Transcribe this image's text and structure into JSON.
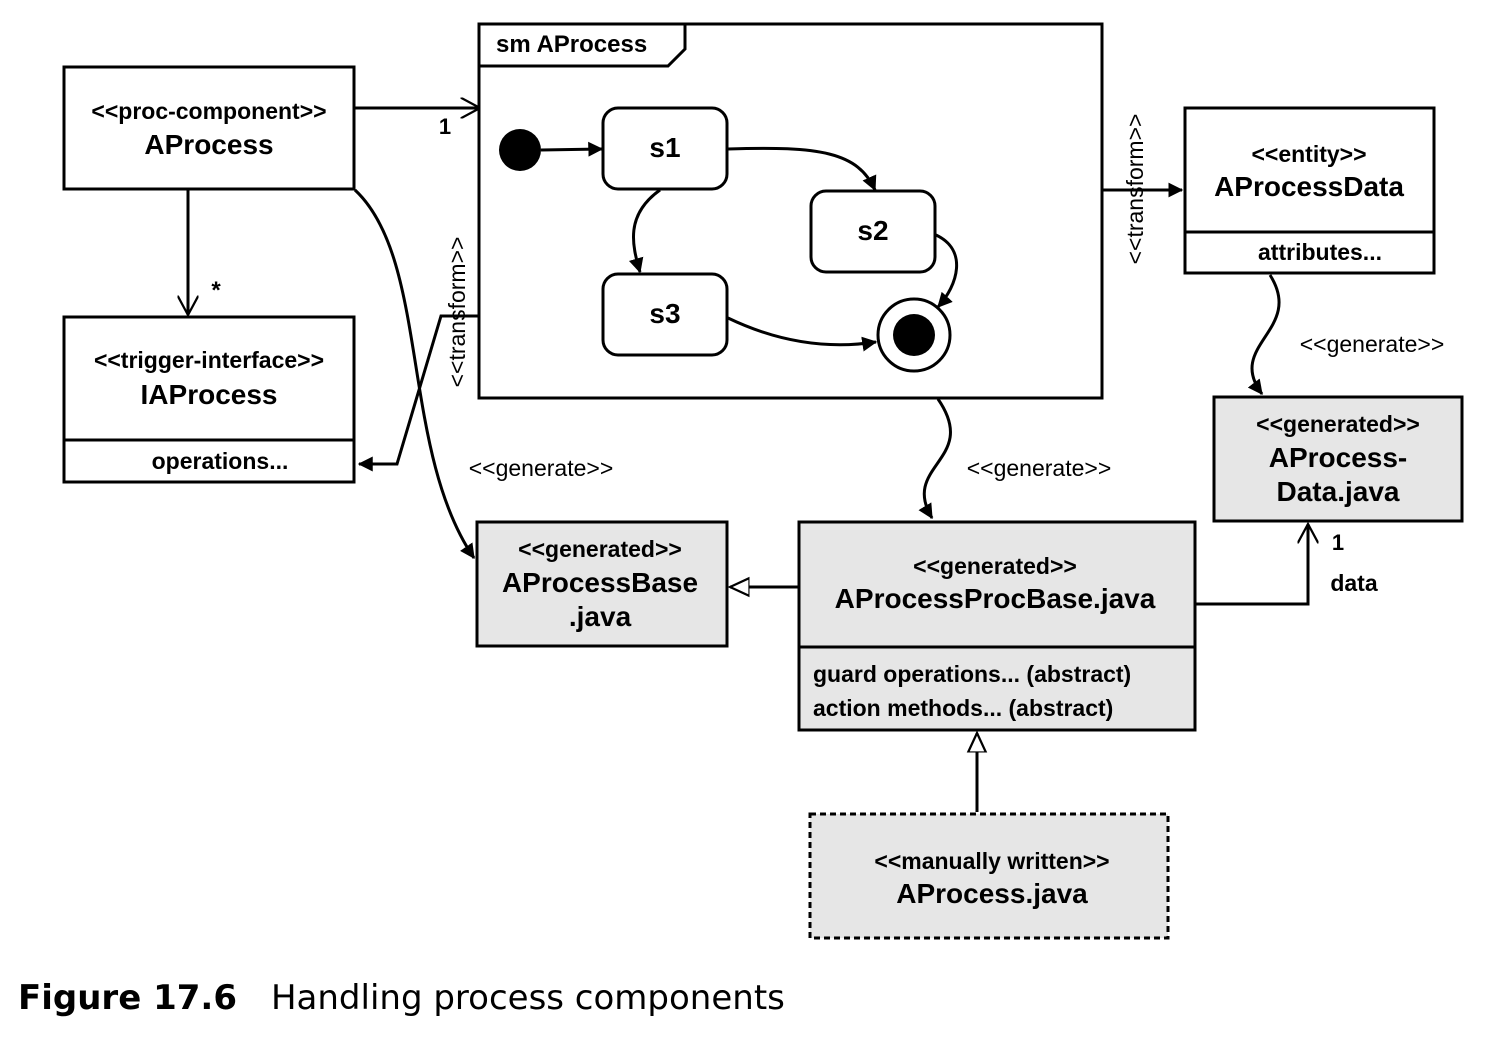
{
  "boxes": {
    "aprocess": {
      "stereotype": "<<proc-component>>",
      "name": "AProcess"
    },
    "iaprocess": {
      "stereotype": "<<trigger-interface>>",
      "name": "IAProcess",
      "compartment": "operations..."
    },
    "state_machine": {
      "title": "sm AProcess",
      "states": [
        "s1",
        "s2",
        "s3"
      ]
    },
    "aprocessdata": {
      "stereotype": "<<entity>>",
      "name": "AProcessData",
      "compartment": "attributes..."
    },
    "aprocessdata_java": {
      "stereotype": "<<generated>>",
      "name_line1": "AProcess-",
      "name_line2": "Data.java"
    },
    "aprocessbase": {
      "stereotype": "<<generated>>",
      "name_line1": "AProcessBase",
      "name_line2": ".java"
    },
    "aprocessprocbase": {
      "stereotype": "<<generated>>",
      "name": "AProcessProcBase.java",
      "compartment_line1": "guard operations... (abstract)",
      "compartment_line2": "action methods... (abstract)"
    },
    "aprocess_java": {
      "stereotype": "<<manually written>>",
      "name": "AProcess.java"
    }
  },
  "labels": {
    "mult_sm": "1",
    "mult_trigger": "*",
    "transform_left": "<<transform>>",
    "transform_right": "<<transform>>",
    "generate_left": "<<generate>>",
    "generate_center": "<<generate>>",
    "generate_right": "<<generate>>",
    "mult_data": "1",
    "role_data": "data"
  },
  "caption": {
    "number": "Figure 17.6",
    "text": "Handling process components"
  }
}
